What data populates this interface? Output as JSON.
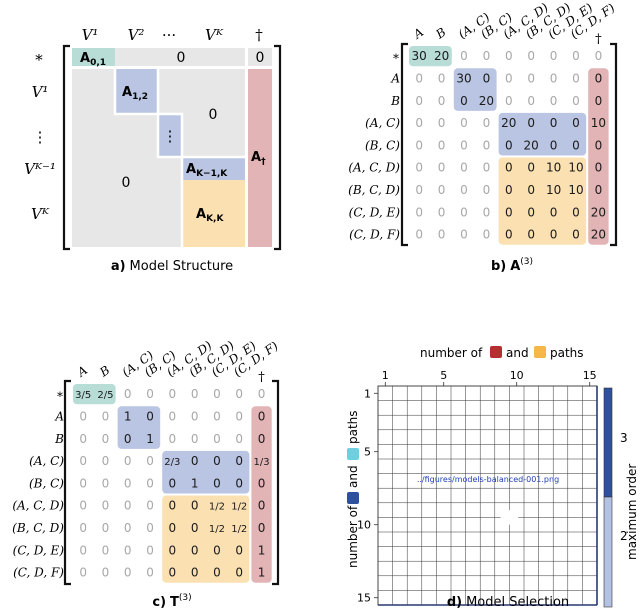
{
  "colors": {
    "green": "#b8dcd6",
    "blue": "#b9c5e3",
    "orange": "#fbe0b2",
    "pink": "#e2b4b5",
    "panelGrey": "#e7e7e7",
    "red": "#b42f2f",
    "gold": "#f5b747",
    "cyan": "#6dd0df",
    "navy": "#2f4f9f",
    "scale2": "#b3c1e3",
    "scale3": "#2f4f9f"
  },
  "panelA": {
    "caption_letter": "a)",
    "caption_text": "Model Structure",
    "col_v1": "V¹",
    "col_v2": "V²",
    "col_dots": "···",
    "col_vk": "Vᴷ",
    "col_dag": "†",
    "row_star": "∗",
    "row_v1": "V¹",
    "row_vdots": "⋮",
    "row_vkm1": "Vᴷ⁻¹",
    "row_vk": "Vᴷ",
    "blk_a01": "A",
    "blk_a01_sub": "0,1",
    "blk_zero_top": "0",
    "blk_zero_dag": "0",
    "blk_a12": "A",
    "blk_a12_sub": "1,2",
    "blk_zero_mid": "0",
    "blk_vdots": "⋮",
    "blk_ak1k": "A",
    "blk_ak1k_sub": "K−1,K",
    "blk_zero_low": "0",
    "blk_akk": "A",
    "blk_akk_sub": "K,K",
    "blk_adag": "A",
    "blk_adag_sub": "†"
  },
  "panelB": {
    "caption_letter": "b)",
    "caption_text": "A",
    "caption_sup": "(3)",
    "cols": [
      "A",
      "B",
      "(A, C)",
      "(B, C)",
      "(A, C, D)",
      "(B, C, D)",
      "(C, D, E)",
      "(C, D, F)",
      "†"
    ],
    "rows": [
      "∗",
      "A",
      "B",
      "(A, C)",
      "(B, C)",
      "(A, C, D)",
      "(B, C, D)",
      "(C, D, E)",
      "(C, D, F)"
    ],
    "cells": [
      [
        "30",
        "20",
        "0",
        "0",
        "0",
        "0",
        "0",
        "0",
        "0"
      ],
      [
        "0",
        "0",
        "30",
        "0",
        "0",
        "0",
        "0",
        "0",
        "0"
      ],
      [
        "0",
        "0",
        "0",
        "20",
        "0",
        "0",
        "0",
        "0",
        "0"
      ],
      [
        "0",
        "0",
        "0",
        "0",
        "20",
        "0",
        "0",
        "0",
        "10"
      ],
      [
        "0",
        "0",
        "0",
        "0",
        "0",
        "20",
        "0",
        "0",
        "0"
      ],
      [
        "0",
        "0",
        "0",
        "0",
        "0",
        "0",
        "10",
        "10",
        "0"
      ],
      [
        "0",
        "0",
        "0",
        "0",
        "0",
        "0",
        "10",
        "10",
        "0"
      ],
      [
        "0",
        "0",
        "0",
        "0",
        "0",
        "0",
        "0",
        "0",
        "20"
      ],
      [
        "0",
        "0",
        "0",
        "0",
        "0",
        "0",
        "0",
        "0",
        "20"
      ]
    ]
  },
  "panelC": {
    "caption_letter": "c)",
    "caption_text": "T",
    "caption_sup": "(3)",
    "cols": [
      "A",
      "B",
      "(A, C)",
      "(B, C)",
      "(A, C, D)",
      "(B, C, D)",
      "(C, D, E)",
      "(C, D, F)",
      "†"
    ],
    "rows": [
      "∗",
      "A",
      "B",
      "(A, C)",
      "(B, C)",
      "(A, C, D)",
      "(B, C, D)",
      "(C, D, E)",
      "(C, D, F)"
    ],
    "cells": [
      [
        "3/5",
        "2/5",
        "0",
        "0",
        "0",
        "0",
        "0",
        "0",
        "0"
      ],
      [
        "0",
        "0",
        "1",
        "0",
        "0",
        "0",
        "0",
        "0",
        "0"
      ],
      [
        "0",
        "0",
        "0",
        "1",
        "0",
        "0",
        "0",
        "0",
        "0"
      ],
      [
        "0",
        "0",
        "0",
        "0",
        "2/3",
        "0",
        "0",
        "0",
        "1/3"
      ],
      [
        "0",
        "0",
        "0",
        "0",
        "0",
        "1",
        "0",
        "0",
        "0"
      ],
      [
        "0",
        "0",
        "0",
        "0",
        "0",
        "0",
        "1/2",
        "1/2",
        "0"
      ],
      [
        "0",
        "0",
        "0",
        "0",
        "0",
        "0",
        "1/2",
        "1/2",
        "0"
      ],
      [
        "0",
        "0",
        "0",
        "0",
        "0",
        "0",
        "0",
        "0",
        "1"
      ],
      [
        "0",
        "0",
        "0",
        "0",
        "0",
        "0",
        "0",
        "0",
        "1"
      ]
    ]
  },
  "panelD": {
    "caption_letter": "d)",
    "caption_text": "Model Selection",
    "top_label_1": "number of",
    "top_label_2": "and",
    "top_label_3": "paths",
    "left_label_1": "number of",
    "left_label_2": "and",
    "left_label_3": "paths",
    "x_ticks": [
      "1",
      "5",
      "10",
      "15"
    ],
    "y_ticks": [
      "1",
      "5",
      "10",
      "15"
    ],
    "overlay_text": "../figures/models-balanced-001.png",
    "scale_label": "maximum order",
    "scale_ticks": [
      "3",
      "2"
    ]
  }
}
